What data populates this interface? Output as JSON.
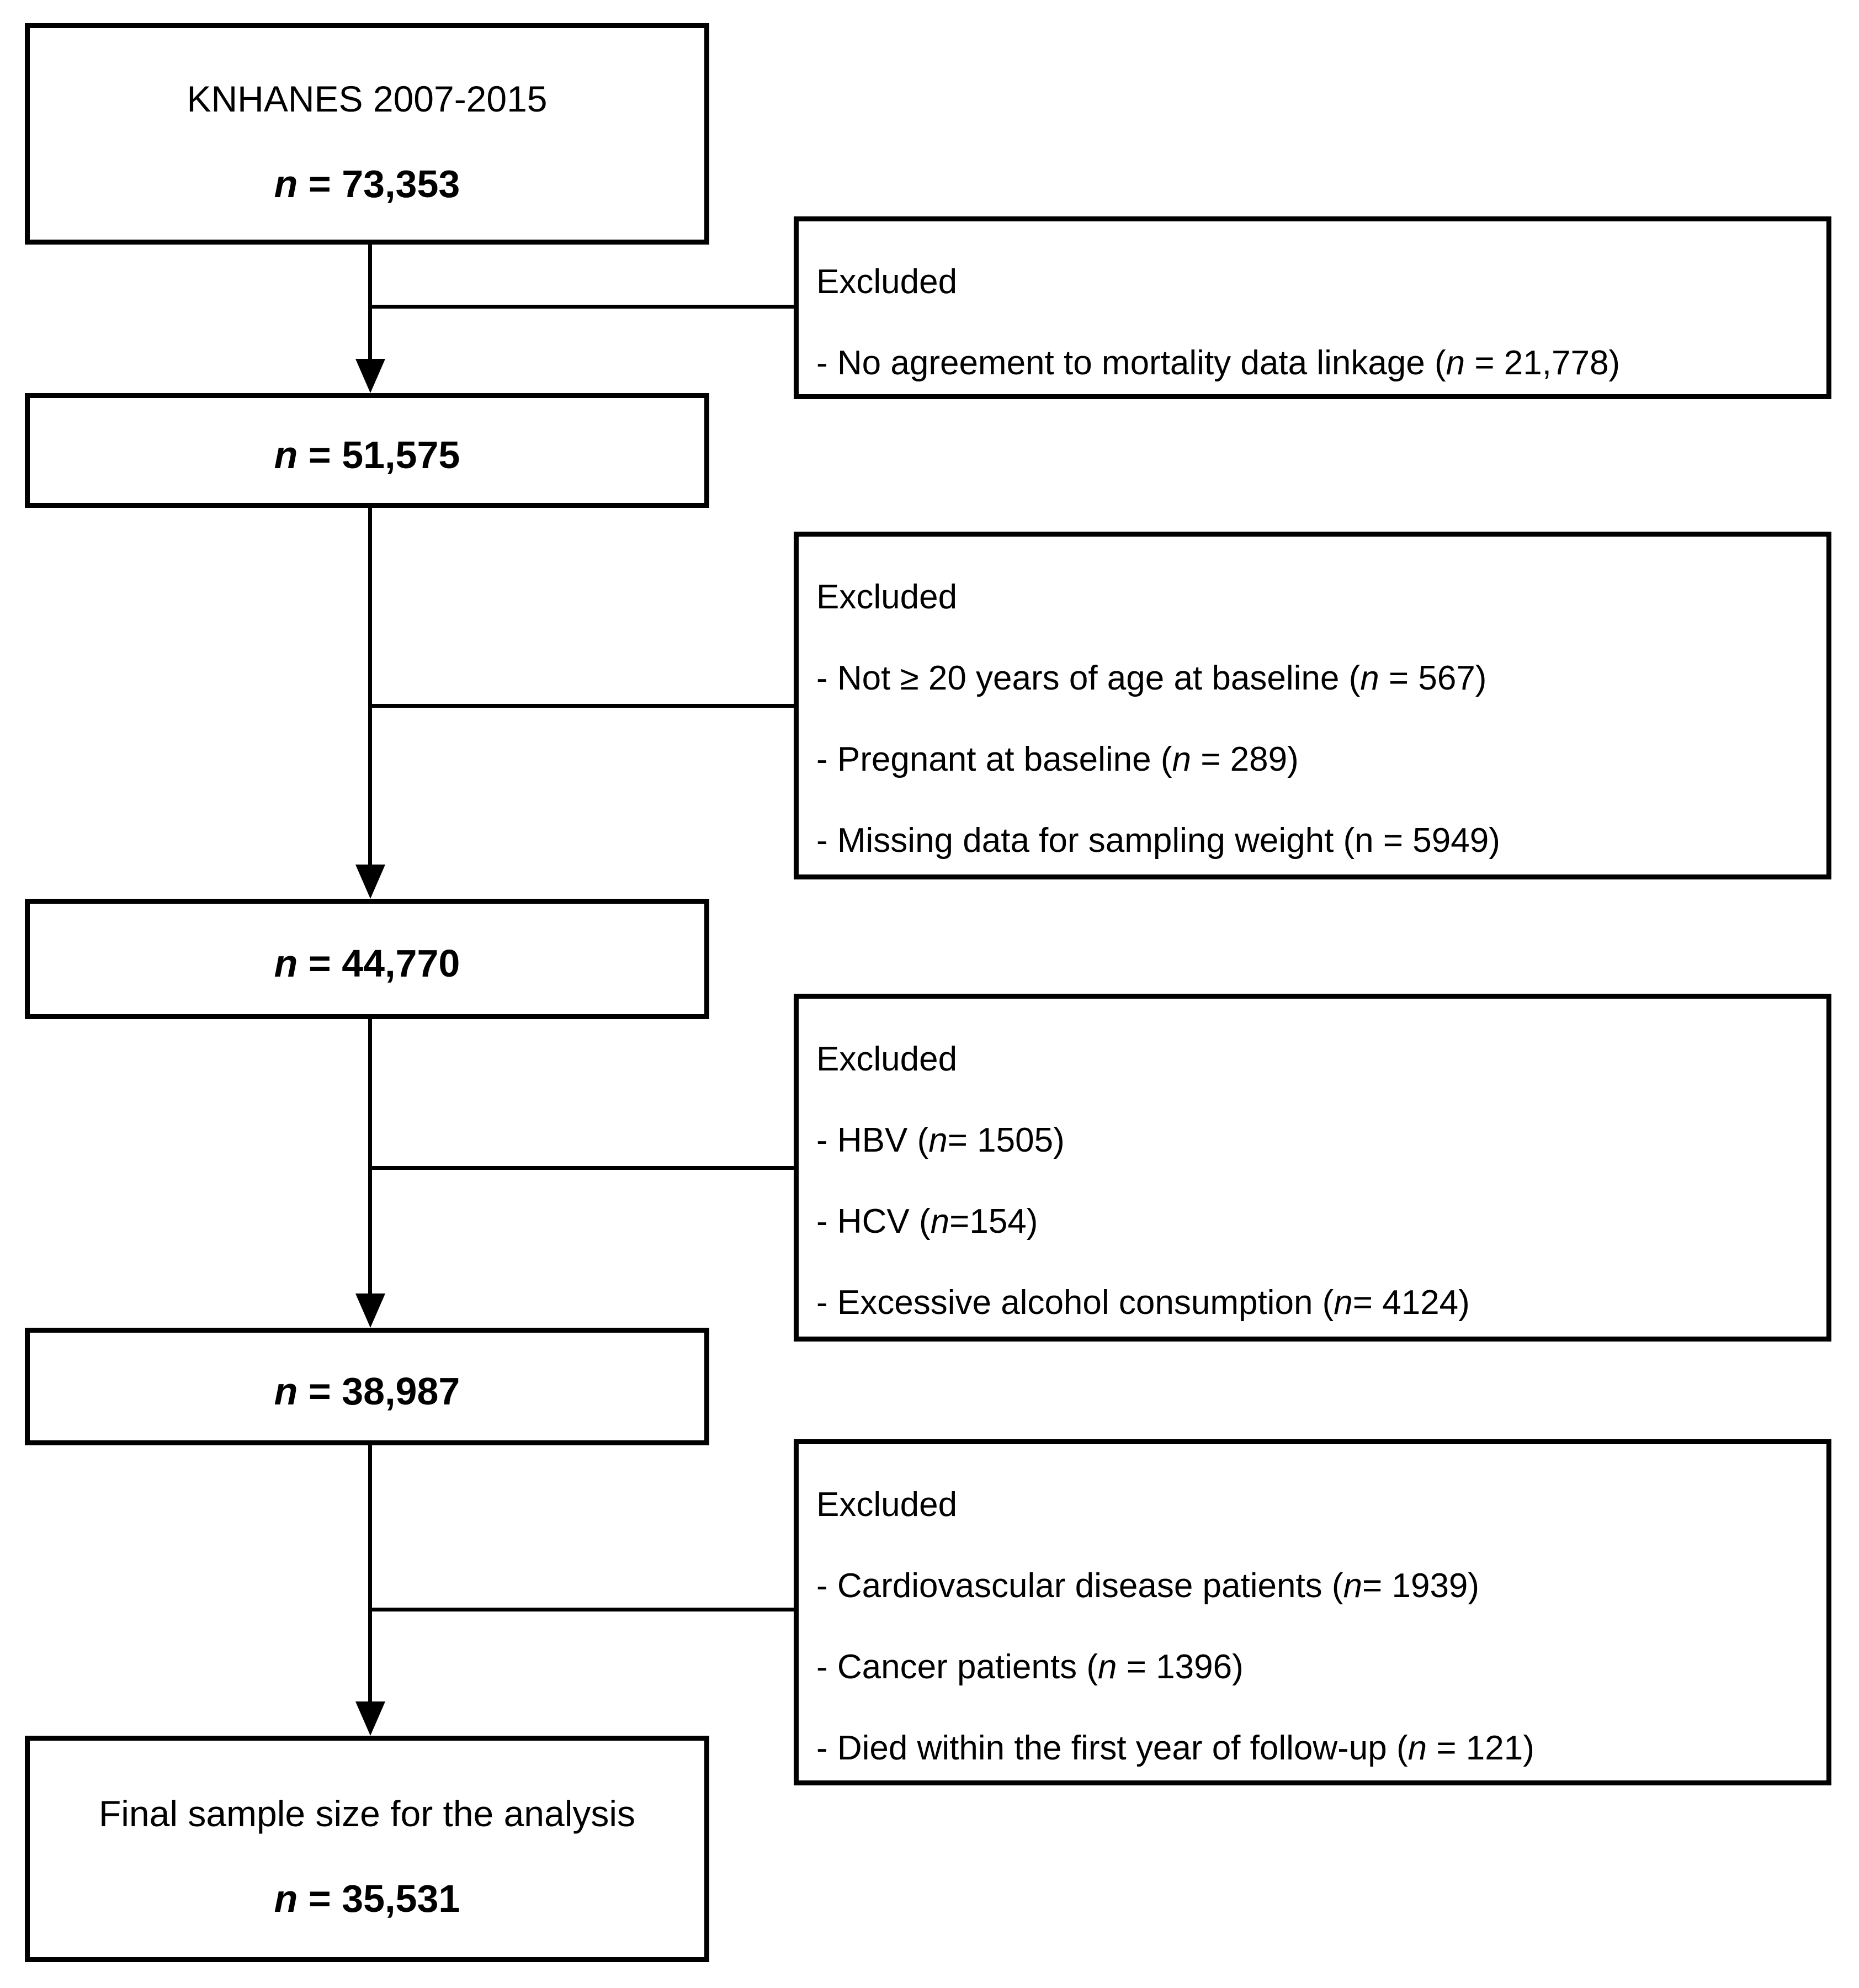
{
  "figure": {
    "boxes": [
      {
        "line1": "KNHANES 2007-2015",
        "n": "n",
        "value": " = 73,353"
      },
      {
        "n": "n",
        "value": " = 51,575"
      },
      {
        "n": "n",
        "value": " = 44,770"
      },
      {
        "n": "n",
        "value": " = 38,987"
      },
      {
        "line1": "Final sample size for the analysis",
        "n": "n",
        "value": " = 35,531"
      }
    ],
    "excluded_boxes": [
      {
        "title": "Excluded",
        "items": [
          {
            "before": "- No agreement to mortality data linkage (",
            "n": "n",
            "after": " = 21,778)"
          }
        ]
      },
      {
        "title": "Excluded",
        "items": [
          {
            "before": "- Not ≥ 20 years of age at baseline (",
            "n": "n",
            "after": " = 567)"
          },
          {
            "before": "- Pregnant at baseline (",
            "n": "n",
            "after": " = 289)"
          },
          {
            "before": "- Missing data for sampling weight (n = 5949)",
            "n": "",
            "after": ""
          }
        ]
      },
      {
        "title": "Excluded",
        "items": [
          {
            "before": "- HBV (",
            "n": "n",
            "after": "= 1505)"
          },
          {
            "before": "- HCV (",
            "n": "n",
            "after": "=154)"
          },
          {
            "before": "- Excessive alcohol consumption (",
            "n": "n",
            "after": "= 4124)"
          }
        ]
      },
      {
        "title": "Excluded",
        "items": [
          {
            "before": "- Cardiovascular disease patients (",
            "n": "n",
            "after": "= 1939)"
          },
          {
            "before": "- Cancer patients (",
            "n": "n",
            "after": " = 1396)"
          },
          {
            "before": "- Died within the first year of follow-up (",
            "n": "n",
            "after": " = 121)"
          }
        ]
      }
    ]
  }
}
